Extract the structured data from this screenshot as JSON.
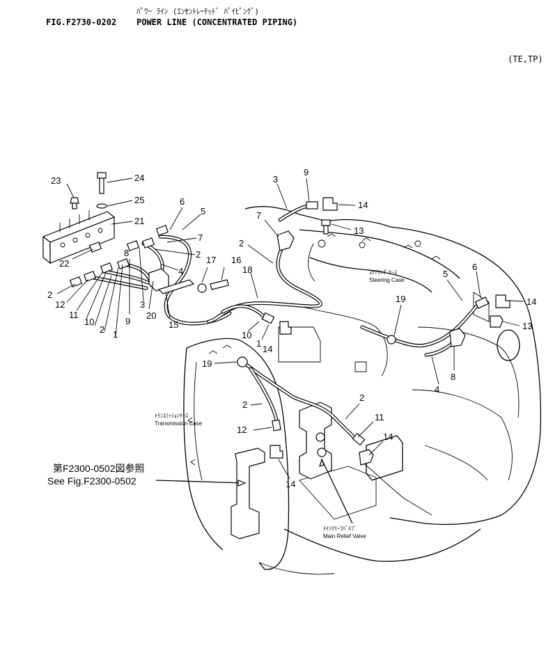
{
  "header": {
    "jp_title": "ﾊﾟﾜｰ ﾗｲﾝ (ｴﾝｾﾝﾄﾚｰﾃｯﾄﾞ ﾊﾟｲﾋﾟﾝｸﾞ)",
    "figure_number": "FIG.F2730-0202",
    "en_title": "POWER LINE (CONCENTRATED PIPING)",
    "models": "(TE,TP)"
  },
  "labels": {
    "steering_jp": "ｽﾃｱﾘﾝｸﾞｹｰｽ",
    "steering_en": "Steering Case",
    "transmission_jp": "ﾄﾗﾝｽﾐｯｼｮﾝｹｰｽ",
    "transmission_en": "Transmission Case",
    "relief_jp": "ﾒｲﾝﾘﾘｰﾌﾊﾞﾙﾌﾞ",
    "relief_en": "Main Relief Valve",
    "see_jp": "第F2300-0502図参照",
    "see_en": "See Fig.F2300-0502"
  },
  "callouts": [
    {
      "id": "c23",
      "text": "23"
    },
    {
      "id": "c24",
      "text": "24"
    },
    {
      "id": "c25",
      "text": "25"
    },
    {
      "id": "c21",
      "text": "21"
    },
    {
      "id": "c22",
      "text": "22"
    },
    {
      "id": "c6a",
      "text": "6"
    },
    {
      "id": "c5a",
      "text": "5"
    },
    {
      "id": "c7a",
      "text": "7"
    },
    {
      "id": "c2a",
      "text": "2"
    },
    {
      "id": "c8a",
      "text": "8"
    },
    {
      "id": "c4a",
      "text": "4"
    },
    {
      "id": "c2b",
      "text": "2"
    },
    {
      "id": "c12a",
      "text": "12"
    },
    {
      "id": "c11a",
      "text": "11"
    },
    {
      "id": "c10a",
      "text": "10"
    },
    {
      "id": "c2c",
      "text": "2"
    },
    {
      "id": "c9a",
      "text": "9"
    },
    {
      "id": "c1a",
      "text": "1"
    },
    {
      "id": "c3a",
      "text": "3"
    },
    {
      "id": "c20",
      "text": "20"
    },
    {
      "id": "c15",
      "text": "15"
    },
    {
      "id": "c17",
      "text": "17"
    },
    {
      "id": "c16",
      "text": "16"
    },
    {
      "id": "c18",
      "text": "18"
    },
    {
      "id": "c10b",
      "text": "10"
    },
    {
      "id": "c1b",
      "text": "1"
    },
    {
      "id": "c14a",
      "text": "14"
    },
    {
      "id": "c3b",
      "text": "3"
    },
    {
      "id": "c9b",
      "text": "9"
    },
    {
      "id": "c14b",
      "text": "14"
    },
    {
      "id": "c13a",
      "text": "13"
    },
    {
      "id": "c7b",
      "text": "7"
    },
    {
      "id": "c2d",
      "text": "2"
    },
    {
      "id": "c5b",
      "text": "5"
    },
    {
      "id": "c6b",
      "text": "6"
    },
    {
      "id": "c14c",
      "text": "14"
    },
    {
      "id": "c13b",
      "text": "13"
    },
    {
      "id": "c19a",
      "text": "19"
    },
    {
      "id": "c8b",
      "text": "8"
    },
    {
      "id": "c4b",
      "text": "4"
    },
    {
      "id": "c19b",
      "text": "19"
    },
    {
      "id": "c2e",
      "text": "2"
    },
    {
      "id": "c2f",
      "text": "2"
    },
    {
      "id": "c12b",
      "text": "12"
    },
    {
      "id": "c11b",
      "text": "11"
    },
    {
      "id": "c14d",
      "text": "14"
    },
    {
      "id": "c14e",
      "text": "14"
    }
  ]
}
